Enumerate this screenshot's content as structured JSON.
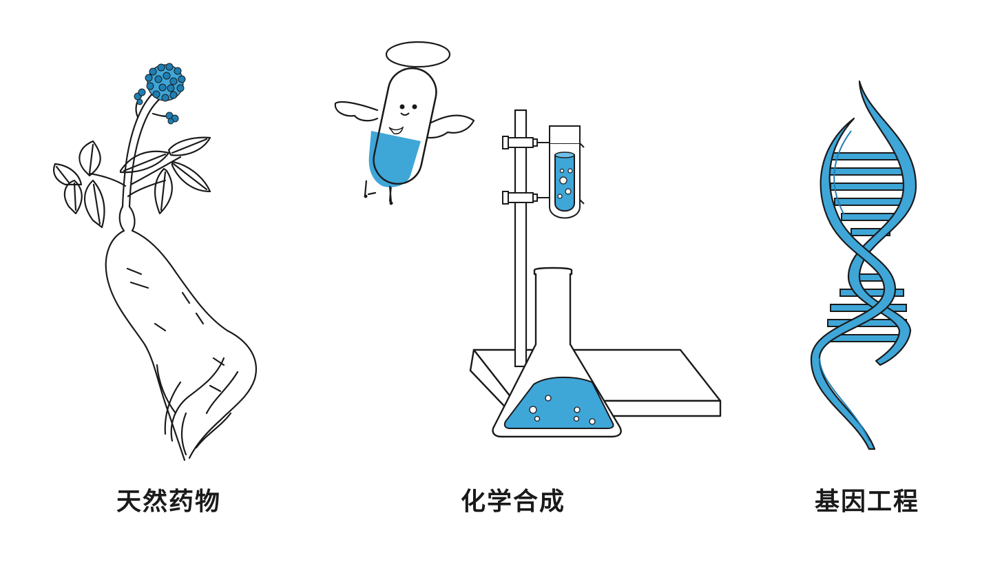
{
  "colors": {
    "accent": "#3fa6d8",
    "accent_dark": "#1f7fb4",
    "line": "#1a1a1a"
  },
  "sections": [
    {
      "label": "天然药物",
      "icon": "ginseng-icon"
    },
    {
      "label": "化学合成",
      "icon": "lab-apparatus-icon"
    },
    {
      "label": "基因工程",
      "icon": "dna-icon"
    }
  ]
}
